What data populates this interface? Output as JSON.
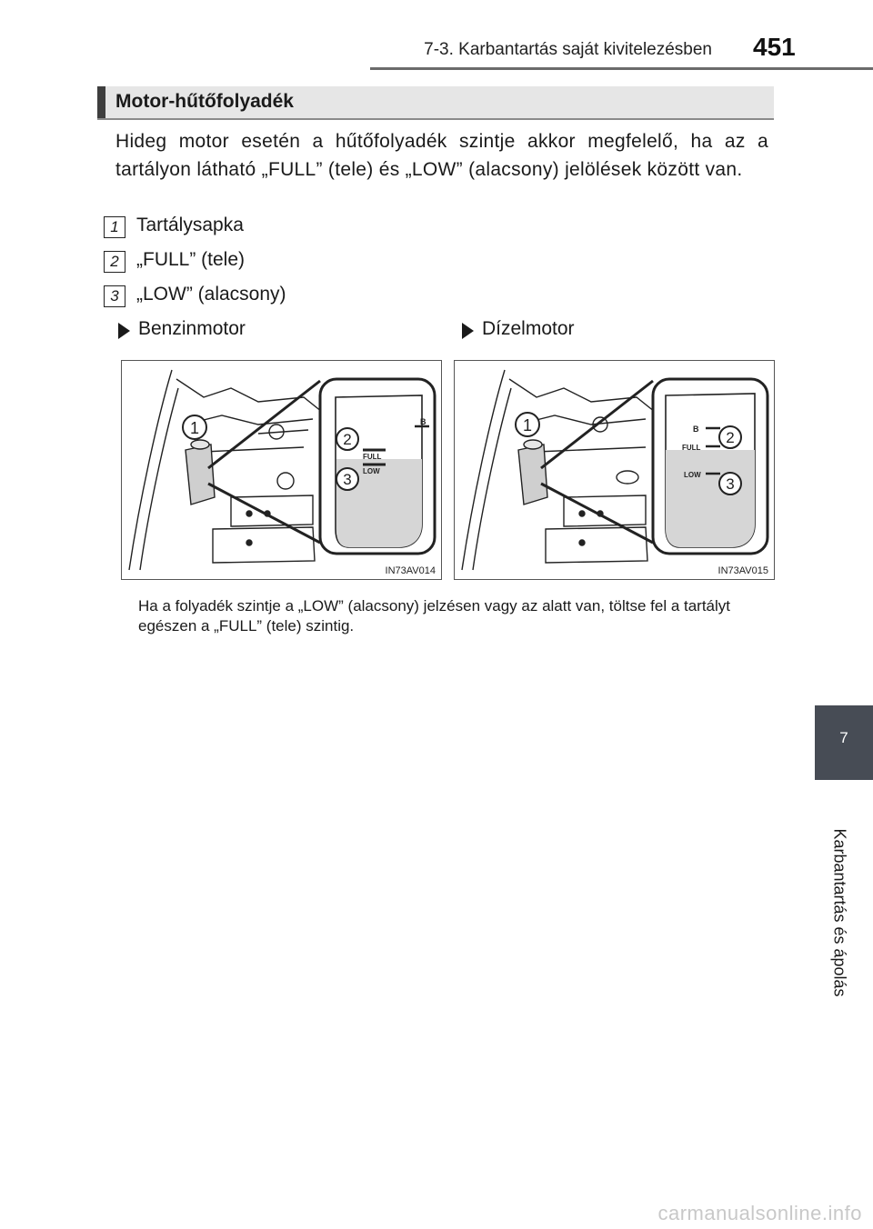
{
  "header": {
    "title": "7-3. Karbantartás saját kivitelezésben",
    "page_number": "451"
  },
  "section": {
    "title": "Motor-hűtőfolyadék",
    "intro": "Hideg motor esetén a hűtőfolyadék szintje akkor megfelelő, ha az a tartályon látható „FULL” (tele) és „LOW” (alacsony) jelölések között van."
  },
  "legend": [
    {
      "number": "1",
      "label": "Tartálysapka"
    },
    {
      "number": "2",
      "label": "„FULL” (tele)"
    },
    {
      "number": "3",
      "label": "„LOW” (alacsony)"
    }
  ],
  "figures": [
    {
      "heading": "Benzinmotor",
      "code": "IN73AV014",
      "callouts": [
        "1",
        "2",
        "3"
      ],
      "tank_labels": {
        "b": "B",
        "full": "FULL",
        "low": "LOW"
      }
    },
    {
      "heading": "Dízelmotor",
      "code": "IN73AV015",
      "callouts": [
        "1",
        "2",
        "3"
      ],
      "tank_labels": {
        "b": "B",
        "full": "FULL",
        "low": "LOW"
      }
    }
  ],
  "note": "Ha a folyadék szintje a „LOW” (alacsony) jelzésen vagy az alatt van, töltse fel a tartályt egészen a „FULL” (tele) szintig.",
  "side_tab": {
    "chapter_number": "7",
    "chapter_title": "Karbantartás és ápolás"
  },
  "watermark": "carmanualsonline.info"
}
